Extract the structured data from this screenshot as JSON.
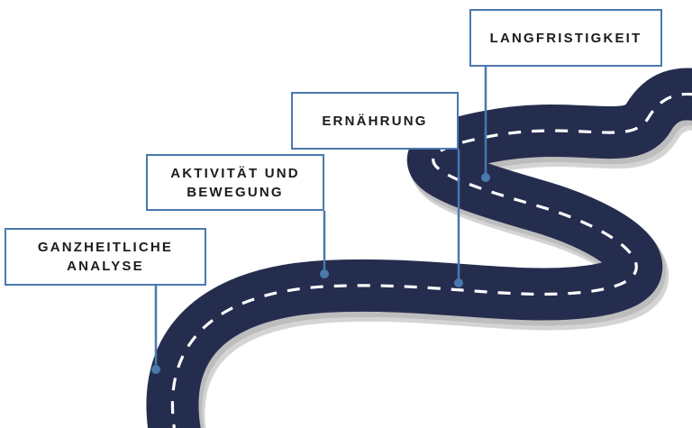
{
  "roadmap": {
    "milestones": [
      {
        "lines": [
          "GANZHEITLICHE",
          "ANALYSE"
        ]
      },
      {
        "lines": [
          "AKTIVITÄT UND",
          "BEWEGUNG"
        ]
      },
      {
        "lines": [
          "ERNÄHRUNG"
        ]
      },
      {
        "lines": [
          "LANGFRISTIGKEIT"
        ]
      }
    ]
  },
  "colors": {
    "road": "#252d4f",
    "road_edge": "#c9c9c9",
    "road_shadow": "#d6d6d6",
    "lane_marking": "#ffffff",
    "connector": "#4a79ad",
    "box_border": "#4a79ad",
    "text": "#1b1b1b"
  }
}
